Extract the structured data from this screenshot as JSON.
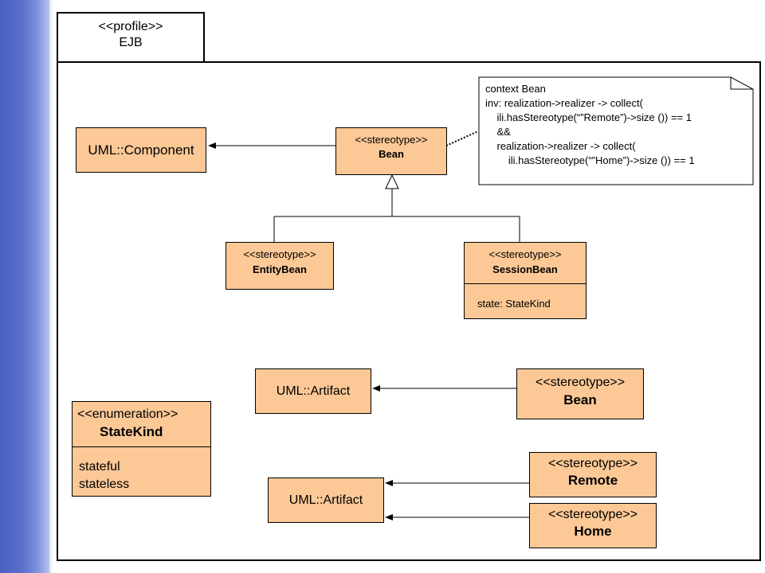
{
  "package": {
    "stereotype": "<<profile>>",
    "name": "EJB"
  },
  "classes": {
    "uml_component": {
      "label": "UML::Component"
    },
    "bean_top": {
      "stereotype": "<<stereotype>>",
      "name": "Bean"
    },
    "entity_bean": {
      "stereotype": "<<stereotype>>",
      "name": "EntityBean"
    },
    "session_bean": {
      "stereotype": "<<stereotype>>",
      "name": "SessionBean",
      "attribute": "state: StateKind"
    },
    "uml_artifact_1": {
      "label": "UML::Artifact"
    },
    "bean_artifact": {
      "stereotype": "<<stereotype>>",
      "name": "Bean"
    },
    "state_kind": {
      "stereotype": "<<enumeration>>",
      "name": "StateKind",
      "literals": [
        "stateful",
        "stateless"
      ]
    },
    "uml_artifact_2": {
      "label": "UML::Artifact"
    },
    "remote": {
      "stereotype": "<<stereotype>>",
      "name": "Remote"
    },
    "home": {
      "stereotype": "<<stereotype>>",
      "name": "Home"
    }
  },
  "note": {
    "lines": [
      "context Bean",
      "inv: realization->realizer -> collect(",
      "    ili.hasStereotype(“”Remote”)->size ()) == 1",
      "    &&",
      "    realization->realizer -> collect(",
      "        ili.hasStereotype(“”Home”)->size ()) == 1"
    ]
  },
  "colors": {
    "class_fill": "#fbc896",
    "sidebar": "#5b70cc"
  }
}
